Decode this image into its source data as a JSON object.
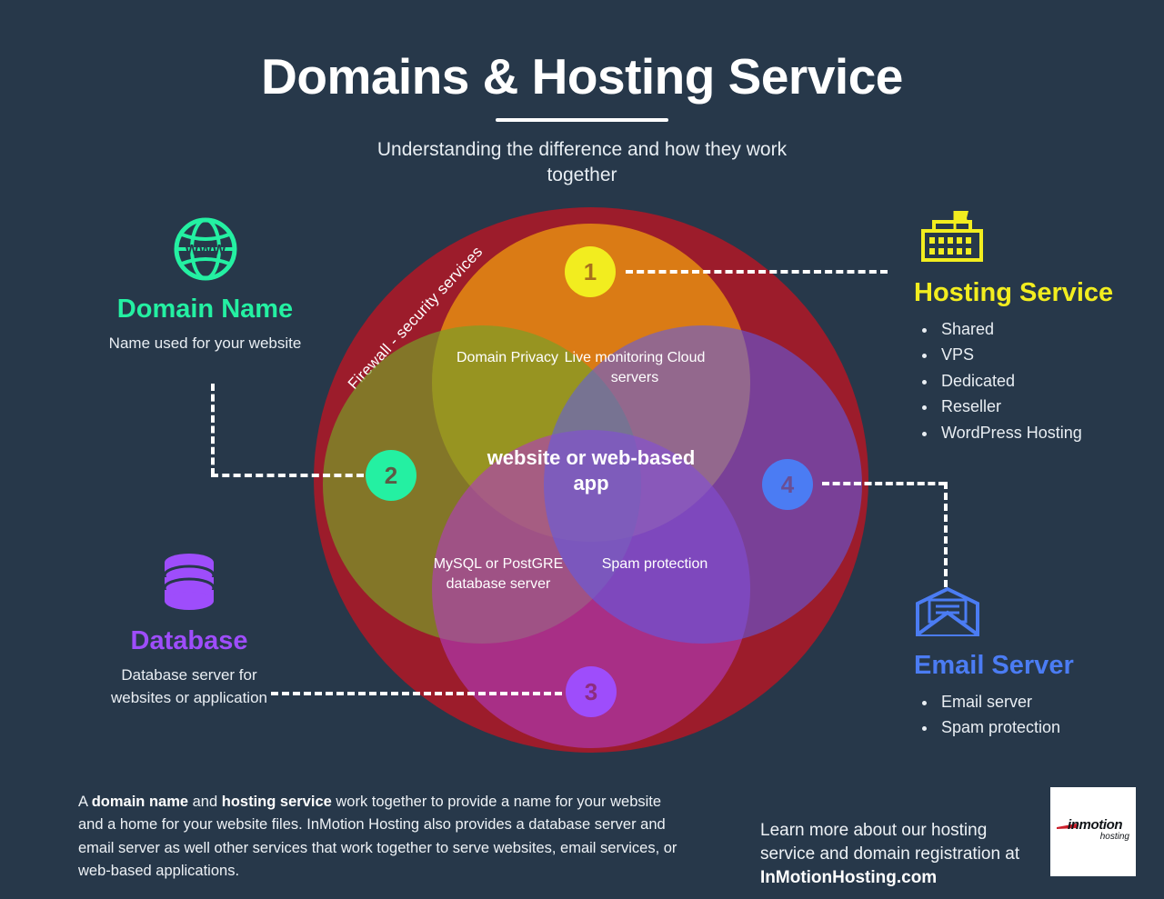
{
  "header": {
    "title": "Domains & Hosting Service",
    "subtitle": "Understanding the difference and how they work together"
  },
  "venn": {
    "ring_label": "Firewall - security services",
    "center_label": "website or web-based app",
    "segments": {
      "domain_privacy": "Domain Privacy",
      "live_monitoring": "Live monitoring Cloud servers",
      "database_server": "MySQL or PostGRE database server",
      "spam_protection": "Spam protection"
    },
    "badges": {
      "one": "1",
      "two": "2",
      "three": "3",
      "four": "4"
    },
    "colors": {
      "ring": "#9c1c2b",
      "lobe_top": "#e28912",
      "lobe_left": "#78a028",
      "lobe_bottom": "#b03cbe",
      "lobe_right": "#605ce6",
      "badge_one": "#f2ed1f",
      "badge_two": "#24f0a2",
      "badge_three": "#9e4dfb",
      "badge_four": "#4b7cf3",
      "background": "#27384a"
    }
  },
  "categories": {
    "domain": {
      "icon": "globe-www-icon",
      "title": "Domain Name",
      "description": "Name used  for your website",
      "color": "#24f0a2"
    },
    "database": {
      "icon": "database-cylinder-icon",
      "title": "Database",
      "description": "Database server for websites or application",
      "color": "#9e4dfb"
    },
    "hosting": {
      "icon": "server-rack-icon",
      "title": "Hosting Service",
      "color": "#f2ed1f",
      "items": [
        "Shared",
        "VPS",
        "Dedicated",
        "Reseller",
        "WordPress Hosting"
      ]
    },
    "email": {
      "icon": "envelope-icon",
      "title": "Email Server",
      "color": "#4b7cf3",
      "items": [
        "Email server",
        "Spam protection"
      ]
    }
  },
  "footer": {
    "paragraph_part1": "A ",
    "paragraph_bold1": "domain name",
    "paragraph_part2": " and ",
    "paragraph_bold2": "hosting service",
    "paragraph_part3": " work together to provide a name for your website and a home for your website files. InMotion Hosting also provides a database server and email server as well other services that work together to serve websites, email services, or web-based applications.",
    "cta_text": "Learn more about our hosting service and domain registration at ",
    "cta_link": "InMotionHosting.com",
    "logo_word": "inmotion",
    "logo_sub": "hosting"
  }
}
